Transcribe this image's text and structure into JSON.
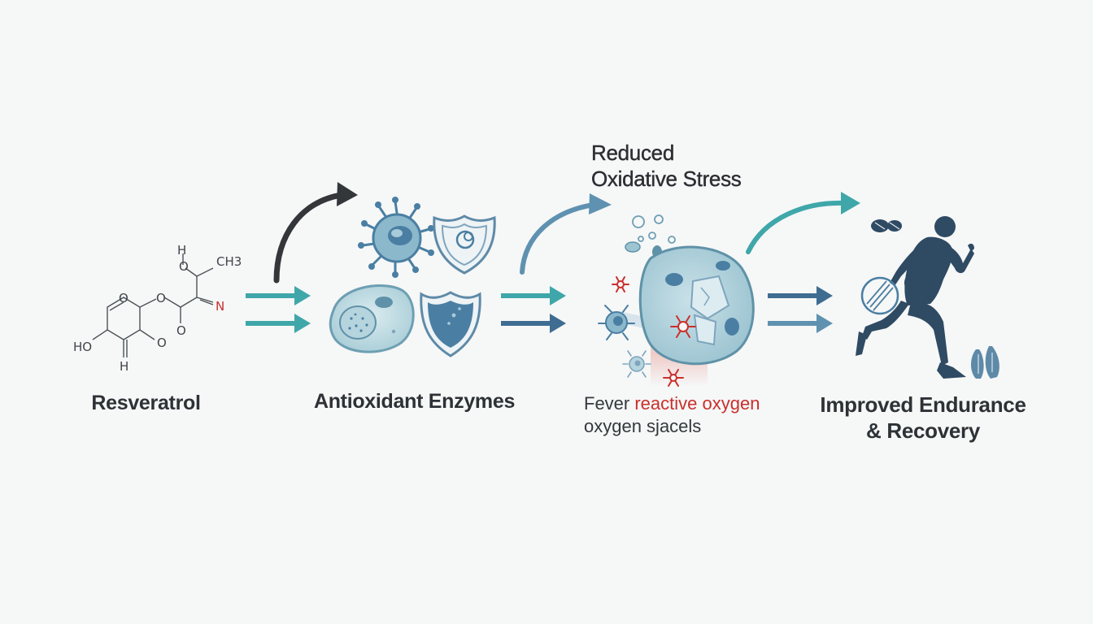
{
  "steps": {
    "resveratrol": "Resveratrol",
    "enzymes": "Antioxidant Enzymes",
    "stress_line1": "Reduced",
    "stress_line2": "Oxidative Stress",
    "ros_prefix": "Fever ",
    "ros_red": "reactive oxygen",
    "ros_line2": "oxygen sjacels",
    "final_line1": "Improved Endurance",
    "final_line2": "& Recovery"
  },
  "molecule_atoms": {
    "h_top": "H",
    "o_top": "O",
    "ch3": "CH3",
    "o_ring": "O",
    "o_link": "O",
    "n": "N",
    "ho": "HO",
    "o_right": "O",
    "o_bottom": "O",
    "h_bottom": "H"
  },
  "icons": {
    "molecule": "molecule-structure-icon",
    "virus": "microbe-icon",
    "shield_outline": "shield-outline-icon",
    "cell": "cell-icon",
    "shield_filled": "shield-filled-icon",
    "ros_cell": "damaged-cell-icon",
    "runner": "runner-silhouette-icon",
    "muscle": "muscle-icon"
  },
  "colors": {
    "teal": "#3fa7a9",
    "steel_blue": "#4a7fa3",
    "dark_arrow": "#33373a",
    "navy": "#2f4a63",
    "red": "#c9302c",
    "cell_fill": "#c9e1e7"
  }
}
